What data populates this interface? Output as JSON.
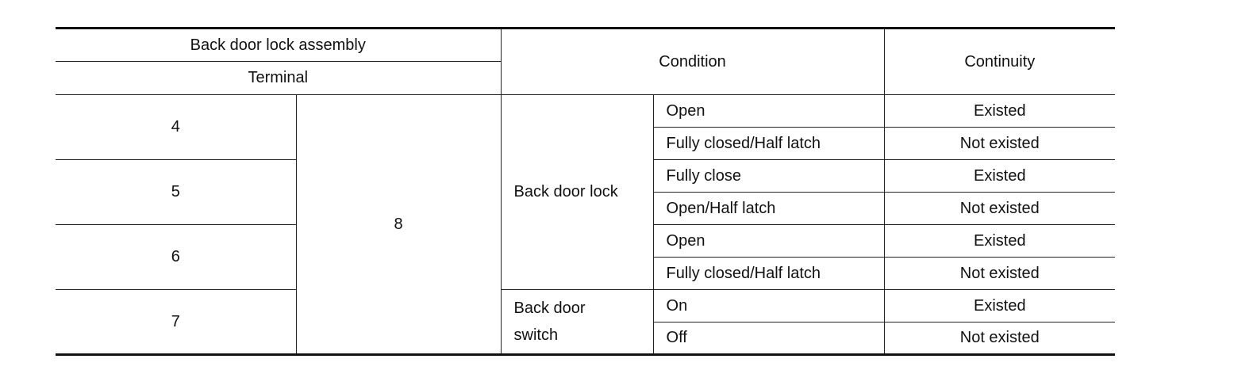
{
  "table": {
    "header": {
      "group": "Back door lock assembly",
      "terminal": "Terminal",
      "condition": "Condition",
      "continuity": "Continuity"
    },
    "common_terminal": "8",
    "groups": [
      {
        "terminal": "4",
        "rows": [
          {
            "state": "Open",
            "continuity": "Existed"
          },
          {
            "state": "Fully closed/Half latch",
            "continuity": "Not existed"
          }
        ]
      },
      {
        "terminal": "5",
        "rows": [
          {
            "state": "Fully close",
            "continuity": "Existed"
          },
          {
            "state": "Open/Half latch",
            "continuity": "Not existed"
          }
        ]
      },
      {
        "terminal": "6",
        "rows": [
          {
            "state": "Open",
            "continuity": "Existed"
          },
          {
            "state": "Fully closed/Half latch",
            "continuity": "Not existed"
          }
        ]
      },
      {
        "terminal": "7",
        "rows": [
          {
            "state": "On",
            "continuity": "Existed"
          },
          {
            "state": "Off",
            "continuity": "Not existed"
          }
        ]
      }
    ],
    "condition_labels": {
      "lock": "Back door lock",
      "switch_line1": "Back door",
      "switch_line2": "switch"
    }
  }
}
